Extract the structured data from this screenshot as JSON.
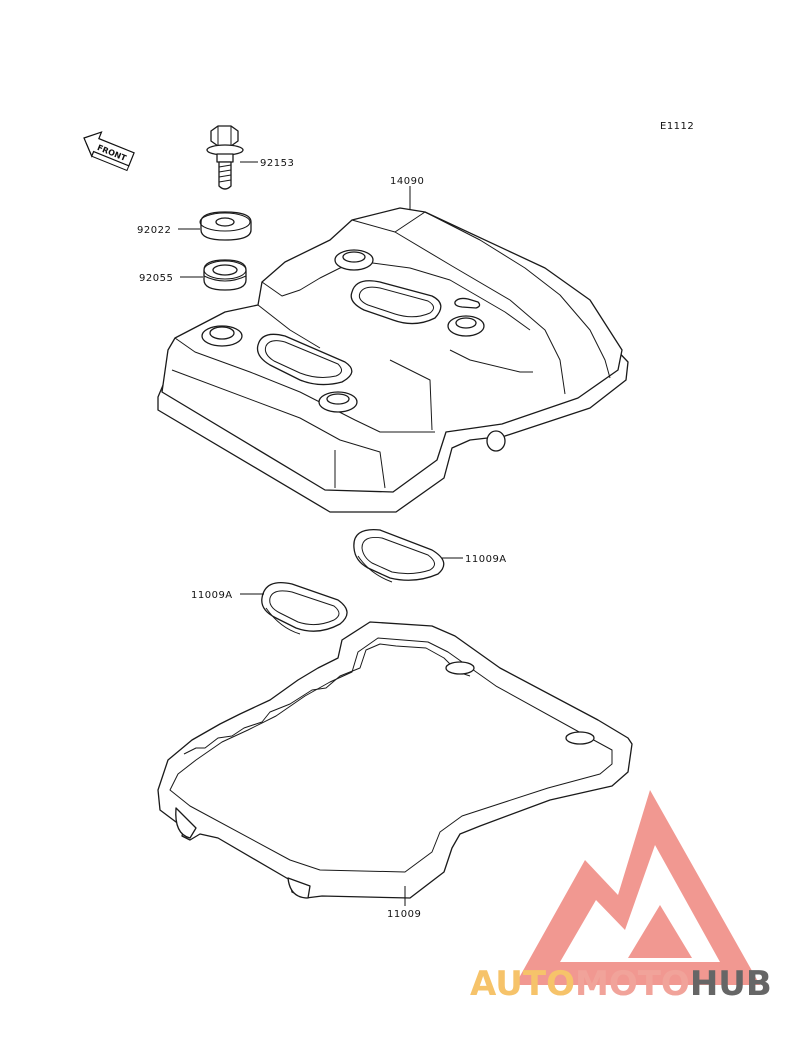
{
  "diagram": {
    "code": "E1112",
    "front_label": "FRONT",
    "callouts": [
      {
        "id": "92153",
        "label": "92153"
      },
      {
        "id": "92022",
        "label": "92022"
      },
      {
        "id": "92055",
        "label": "92055"
      },
      {
        "id": "14090",
        "label": "14090"
      },
      {
        "id": "11009A_right",
        "label": "11009A"
      },
      {
        "id": "11009A_left",
        "label": "11009A"
      },
      {
        "id": "11009",
        "label": "11009"
      }
    ]
  },
  "watermark": {
    "part1": "AUTO",
    "part2": "MOTO",
    "part3": "HUB",
    "colors": {
      "auto": "#f6c36a",
      "moto": "#f1a39a",
      "hub": "#666666",
      "triangle": "#f08d86"
    }
  }
}
